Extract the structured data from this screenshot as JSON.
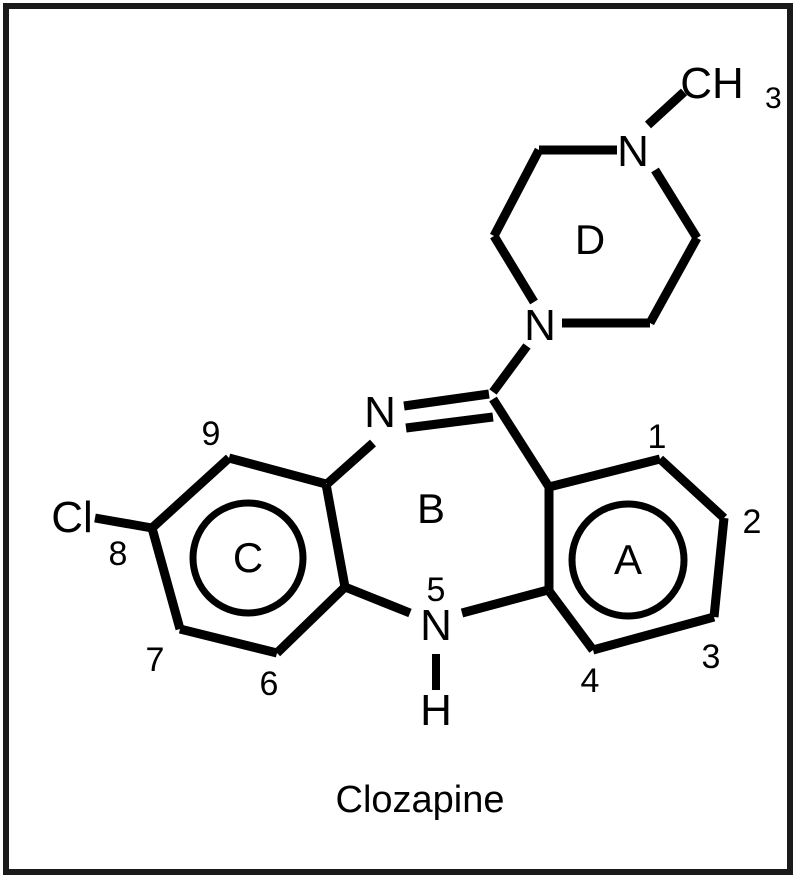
{
  "figure": {
    "caption": "Clozapine",
    "border_color": "#1a1a1a",
    "line_color": "#000000",
    "background_color": "#ffffff"
  },
  "atoms": {
    "methyl": "CH",
    "methyl_subscript": "3",
    "piperazine_n_top": "N",
    "piperazine_n_bottom": "N",
    "imine_n": "N",
    "amine_n": "N",
    "amine_h": "H",
    "chlorine": "Cl"
  },
  "ring_labels": {
    "ring_a": "A",
    "ring_b": "B",
    "ring_c": "C",
    "ring_d": "D"
  },
  "locants": {
    "pos1": "1",
    "pos2": "2",
    "pos3": "3",
    "pos4": "4",
    "pos5": "5",
    "pos6": "6",
    "pos7": "7",
    "pos8": "8",
    "pos9": "9"
  }
}
